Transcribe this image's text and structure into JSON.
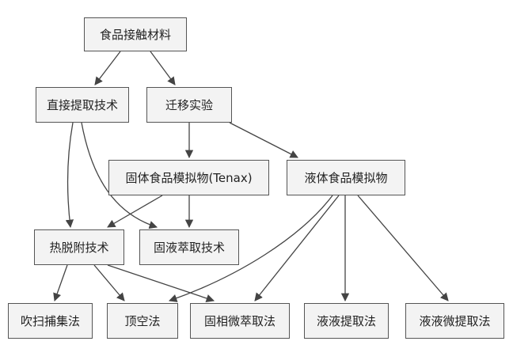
{
  "diagram": {
    "nodes": [
      {
        "id": "food_contact",
        "label": "食品接触材料"
      },
      {
        "id": "direct_extract",
        "label": "直接提取技术"
      },
      {
        "id": "migration",
        "label": "迁移实验"
      },
      {
        "id": "solid_sim",
        "label": "固体食品模拟物(Tenax)"
      },
      {
        "id": "liquid_sim",
        "label": "液体食品模拟物"
      },
      {
        "id": "thermal_desorb",
        "label": "热脱附技术"
      },
      {
        "id": "sle",
        "label": "固液萃取技术"
      },
      {
        "id": "purge_trap",
        "label": "吹扫捕集法"
      },
      {
        "id": "headspace",
        "label": "顶空法"
      },
      {
        "id": "spme",
        "label": "固相微萃取法"
      },
      {
        "id": "lle",
        "label": "液液提取法"
      },
      {
        "id": "llme",
        "label": "液液微提取法"
      }
    ],
    "edges": [
      {
        "from": "food_contact",
        "to": "direct_extract"
      },
      {
        "from": "food_contact",
        "to": "migration"
      },
      {
        "from": "migration",
        "to": "solid_sim"
      },
      {
        "from": "migration",
        "to": "liquid_sim"
      },
      {
        "from": "direct_extract",
        "to": "thermal_desorb"
      },
      {
        "from": "direct_extract",
        "to": "sle"
      },
      {
        "from": "solid_sim",
        "to": "thermal_desorb"
      },
      {
        "from": "solid_sim",
        "to": "sle"
      },
      {
        "from": "liquid_sim",
        "to": "headspace"
      },
      {
        "from": "liquid_sim",
        "to": "spme"
      },
      {
        "from": "liquid_sim",
        "to": "lle"
      },
      {
        "from": "liquid_sim",
        "to": "llme"
      },
      {
        "from": "thermal_desorb",
        "to": "purge_trap"
      },
      {
        "from": "thermal_desorb",
        "to": "headspace"
      },
      {
        "from": "thermal_desorb",
        "to": "spme"
      }
    ]
  }
}
